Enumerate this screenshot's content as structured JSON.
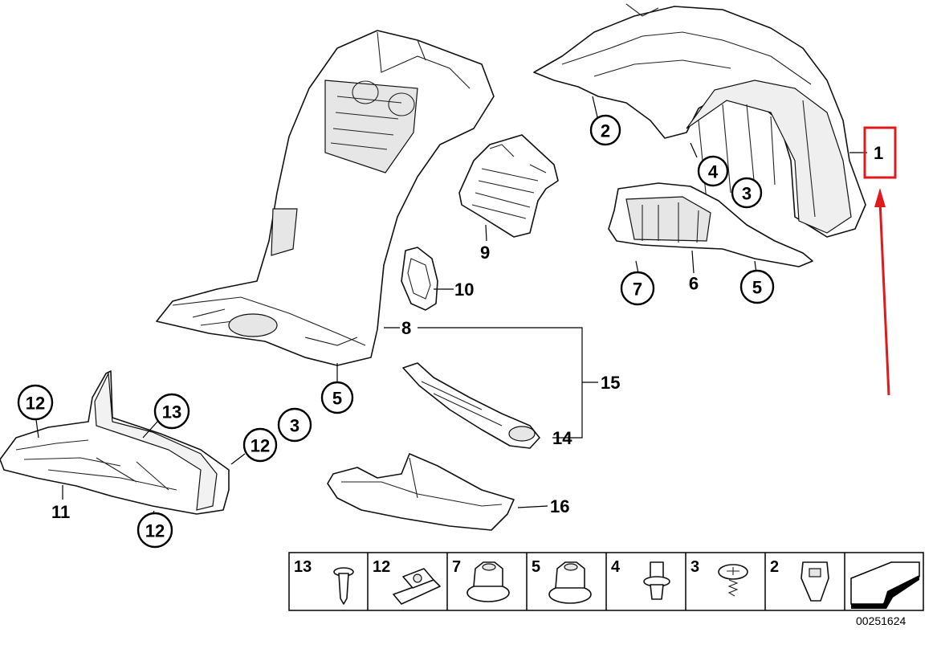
{
  "diagram": {
    "document_number": "00251624",
    "callouts": {
      "c2": "2",
      "c4": "4",
      "c3a": "3",
      "c7": "7",
      "c6": "6",
      "c5a": "5",
      "c5b": "5",
      "c12a": "12",
      "c13": "13",
      "c3b": "3",
      "c12b": "12",
      "c12c": "12"
    },
    "labels": {
      "p1": "1",
      "p9": "9",
      "p10": "10",
      "p8": "8",
      "p15": "15",
      "p14": "14",
      "p11": "11",
      "p16": "16"
    },
    "legend": [
      "13",
      "12",
      "7",
      "5",
      "4",
      "3",
      "2"
    ],
    "highlight": {
      "target": "1",
      "box_color": "#e0191a",
      "arrow_color": "#e0191a"
    }
  }
}
